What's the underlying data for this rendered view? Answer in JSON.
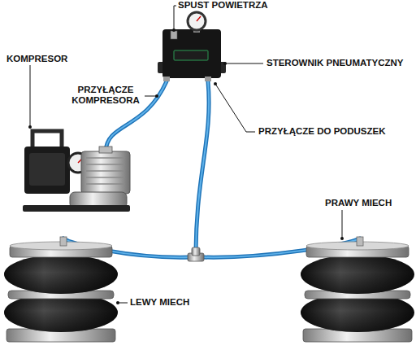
{
  "diagram": {
    "labels": [
      "SPUST POWIETRZA",
      "KOMPRESOR",
      "PRZYŁĄCZE KOMPRESORA",
      "STEROWNIK PNEUMATYCZNY",
      "PRZYŁĄCZE DO PODUSZEK",
      "PRAWY MIECH",
      "LEWY MIECH"
    ]
  }
}
